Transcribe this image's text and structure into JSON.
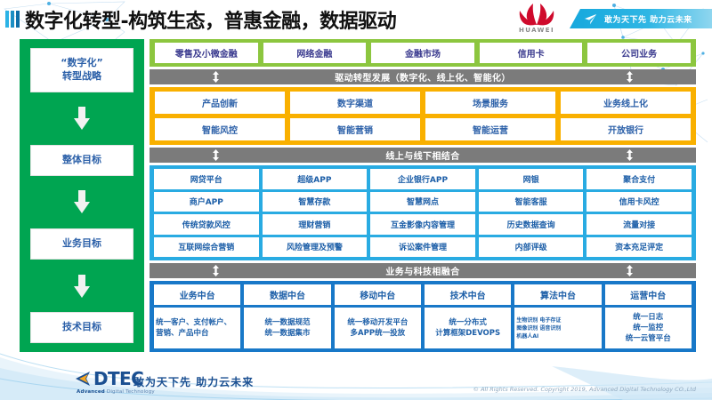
{
  "header": {
    "title": "数字化转型-构筑生态，普惠金融，数据驱动",
    "huawei_wordmark": "HUAWEI",
    "banner_text": "敢为天下先 助力云未来",
    "plane_icon": "paper-plane-icon",
    "logo_icon": "huawei-logo-icon"
  },
  "strategy": {
    "items": [
      {
        "label": "“数字化”\n转型战略"
      },
      {
        "label": "整体目标"
      },
      {
        "label": "业务目标"
      },
      {
        "label": "技术目标"
      }
    ],
    "labels": [
      "“数字化”转型战略",
      "整体目标",
      "业务目标",
      "技术目标"
    ],
    "line1": "“数字化”",
    "line2": "转型战略",
    "overall_goal": "整体目标",
    "business_goal": "业务目标",
    "tech_goal": "技术目标"
  },
  "business_lines": {
    "items": [
      "零售及小微金融",
      "网络金融",
      "金融市场",
      "信用卡",
      "公司业务"
    ]
  },
  "bands": {
    "drive": "驱动转型发展（数字化、线上化、智能化）",
    "online_offline": "线上与线下相结合",
    "fusion": "业务与科技相融合"
  },
  "drive_layer": {
    "row1": [
      "产品创新",
      "数字渠道",
      "场景服务",
      "业务线上化"
    ],
    "row2": [
      "智能风控",
      "智能营销",
      "智能运营",
      "开放银行"
    ]
  },
  "online_layer": {
    "row1": [
      "网贷平台",
      "超级APP",
      "企业银行APP",
      "网银",
      "聚合支付"
    ],
    "row2": [
      "商户APP",
      "智慧存款",
      "智慧网点",
      "智能客服",
      "信用卡风控"
    ],
    "row3": [
      "传统贷款风控",
      "理财营销",
      "互金影像内容管理",
      "历史数据查询",
      "流量对接"
    ],
    "row4": [
      "互联网综合营销",
      "风险管理及预警",
      "诉讼案件管理",
      "内部评级",
      "资本充足评定"
    ]
  },
  "platform_layer": {
    "heads": [
      "业务中台",
      "数据中台",
      "移动中台",
      "技术中台",
      "算法中台",
      "运营中台"
    ],
    "descs": [
      "统一客户、支付帐户、营销、产品中台",
      "统一数据规范\n统一数据集市",
      "统一移动开发平台\n多APP统一投放",
      "统一分布式\n计算框架DEVOPS",
      "生物识别 电子存证\n图像识别 语音识别\n机器人AI",
      "统一日志\n统一监控\n统一云管平台"
    ]
  },
  "footer": {
    "logo_word": "DTEC",
    "logo_sub_bold": "Advanced",
    "logo_sub_rest": " Digital Technology",
    "slogan": "敢为天下先  助力云未来",
    "copyright": "© All Rights Reserved. Copyright 2019, Advanced Digital Technology CO.,Ltd"
  },
  "colors": {
    "strategy_green": "#00a551",
    "business_green": "#8cc63f",
    "band_gray": "#7b7b7b",
    "drive_orange": "#f9b000",
    "online_blue": "#29abe2",
    "platform_blue": "#1878c8",
    "text_blue": "#1d5fa8",
    "huawei_red": "#cf0a2c"
  }
}
